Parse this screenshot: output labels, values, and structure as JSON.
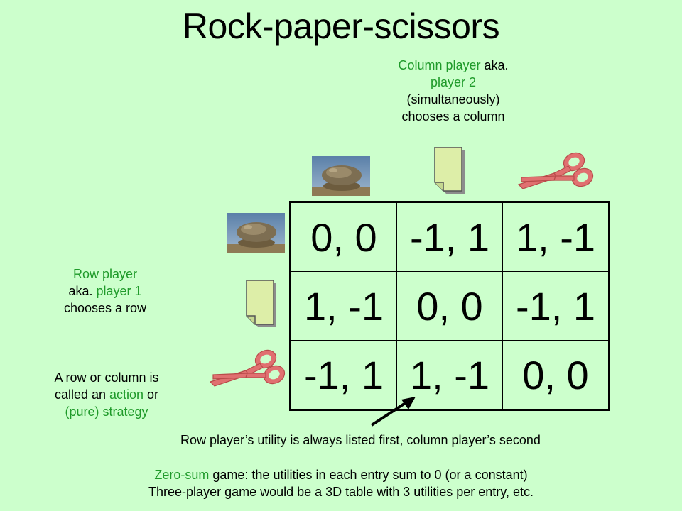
{
  "title": "Rock-paper-scissors",
  "column_note": {
    "line1_green": "Column player",
    "line1_rest": " aka.",
    "line2_green": "player 2",
    "line3": "(simultaneously)",
    "line4": "chooses a column"
  },
  "row_note": {
    "line1_green": "Row player",
    "line2_prefix": "aka. ",
    "line2_green": "player 1",
    "line3": "chooses a row"
  },
  "action_note": {
    "line1": "A row or column is",
    "line2_prefix": "called an ",
    "line2_green": "action",
    "line2_suffix": " or",
    "line3_green": "(pure) strategy"
  },
  "utility_note": "Row player’s utility is always listed first, column player’s second",
  "bottom_note": {
    "line1_green": "Zero-sum",
    "line1_rest": " game: the utilities in each entry sum to 0 (or a constant)",
    "line2": "Three-player game would be a 3D table with 3 utilities per entry, etc."
  },
  "matrix": [
    [
      "0, 0",
      "-1, 1",
      "1, -1"
    ],
    [
      "1, -1",
      "0, 0",
      "-1, 1"
    ],
    [
      "-1, 1",
      "1, -1",
      "0, 0"
    ]
  ],
  "icons": {
    "rock": "rock-icon",
    "paper": "paper-icon",
    "scissors": "scissors-icon"
  },
  "colors": {
    "background": "#ccffcc",
    "accent_green": "#1f9a2a",
    "scissors": "#e07070",
    "paper": "#ddeea8"
  }
}
